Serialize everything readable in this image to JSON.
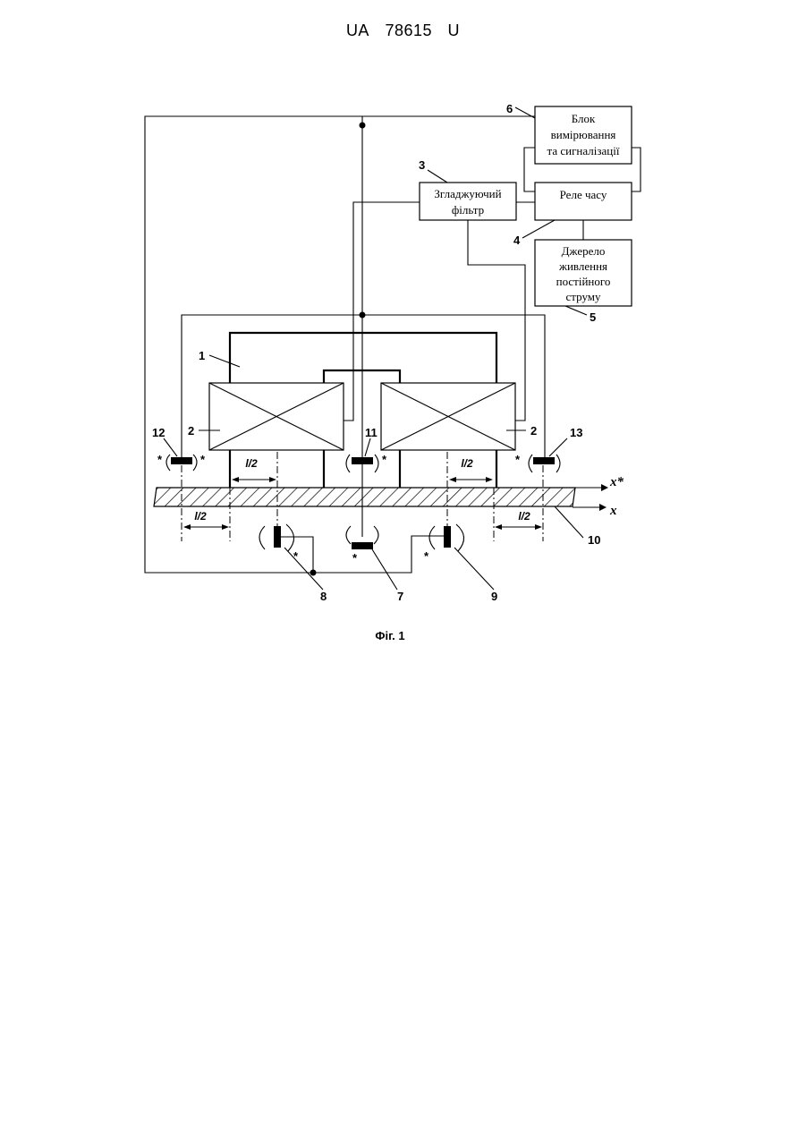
{
  "header": {
    "country": "UA",
    "number": "78615",
    "kind": "U"
  },
  "blocks": {
    "measure": [
      "Блок",
      "вимірювання",
      "та сигналізації"
    ],
    "filter": [
      "Згладжуючий",
      "фільтр"
    ],
    "relay": [
      "Реле часу"
    ],
    "power": [
      "Джерело",
      "живлення",
      "постійного",
      "струму"
    ]
  },
  "labels": {
    "n1": "1",
    "n2": "2",
    "n3": "3",
    "n4": "4",
    "n5": "5",
    "n6": "6",
    "n7": "7",
    "n8": "8",
    "n9": "9",
    "n10": "10",
    "n11": "11",
    "n12": "12",
    "n13": "13",
    "star": "*",
    "half_gap": "l/2",
    "axis_x_star": "x*",
    "axis_x": "x"
  },
  "caption": "Фіг. 1"
}
